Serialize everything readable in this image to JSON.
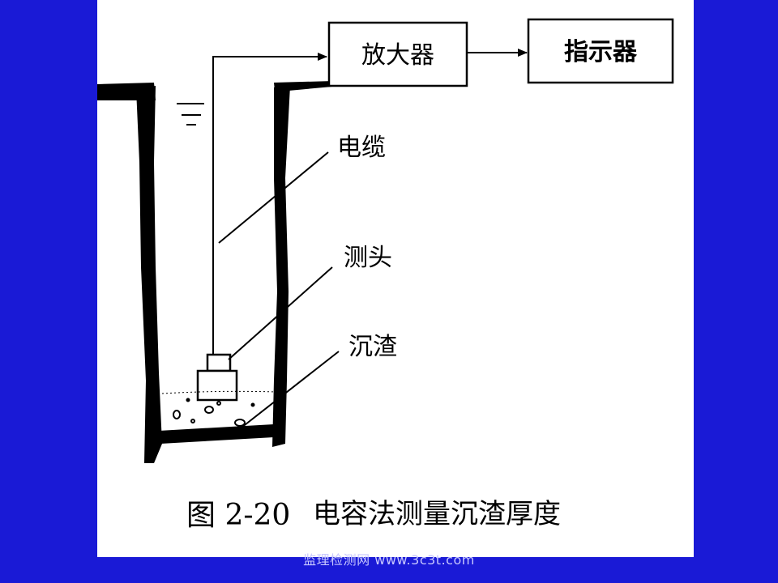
{
  "blocks": {
    "amplifier": "放大器",
    "indicator": "指示器"
  },
  "labels": {
    "cable": "电缆",
    "probe": "测头",
    "sediment": "沉渣"
  },
  "caption": {
    "number": "图 2-20",
    "title": "电容法测量沉渣厚度"
  },
  "footer": "监理检测网 www.3c3t.com",
  "colors": {
    "background": "#1a1ad6",
    "canvas": "#ffffff",
    "ink": "#000000"
  }
}
